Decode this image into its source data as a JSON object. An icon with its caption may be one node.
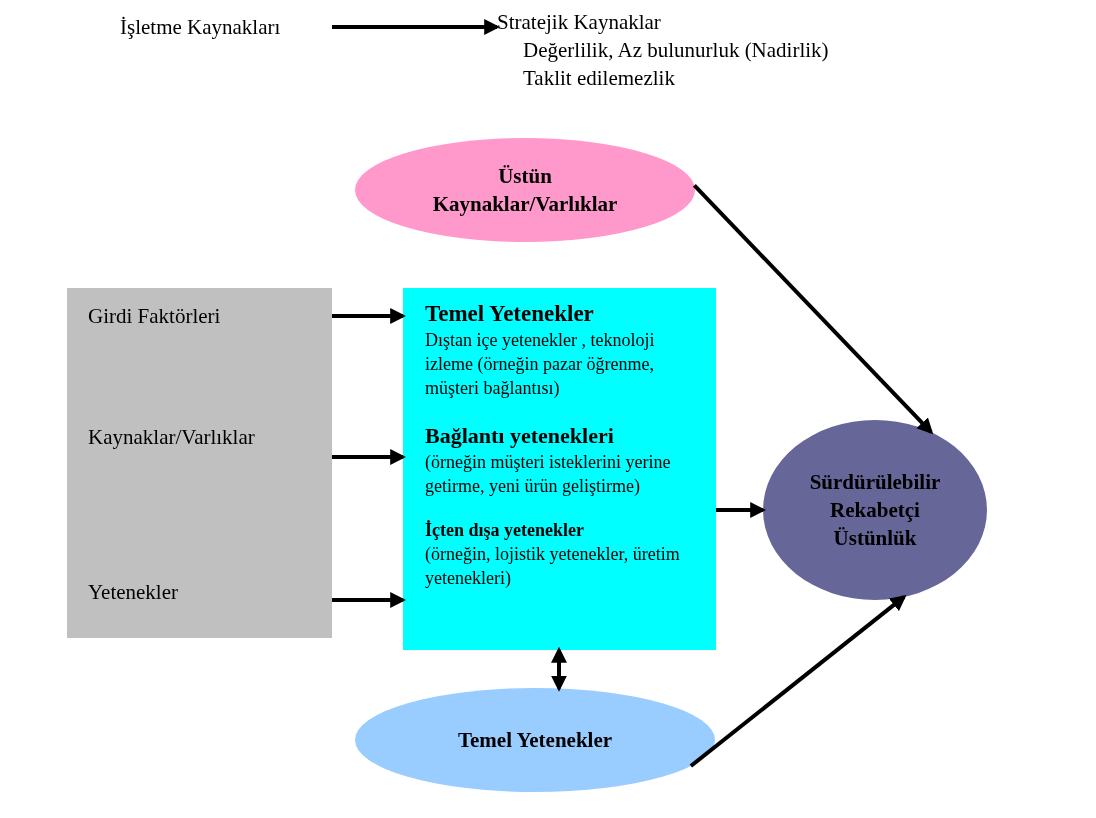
{
  "diagram": {
    "nodes": [
      {
        "text": [
          "İşletme Kaynakları"
        ]
      },
      {
        "text": [
          "Stratejik Kaynaklar",
          "Değerlilik, Az bulunurluk (Nadirlik)",
          "Taklit edilemezlik"
        ]
      },
      {
        "text": [
          "Üstün Kaynaklar/Varlıklar"
        ]
      },
      {
        "text": [
          "Girdi Faktörleri",
          "Kaynaklar/Varlıklar",
          "Yetenekler"
        ]
      },
      {
        "text": [
          "Temel Yetenekler",
          "Dıştan içe yetenekler , teknoloji izleme (örneğin pazar öğrenme, müşteri bağlantısı)",
          "Bağlantı yetenekleri",
          "(örneğin müşteri isteklerini yerine getirme, yeni ürün geliştirme)",
          "İçten dışa yetenekler",
          "(örneğin, lojistik yetenekler, üretim yetenekleri)"
        ]
      },
      {
        "text": [
          "Sürdürülebilir Rekabetçi Üstünlük"
        ]
      },
      {
        "text": [
          "Temel Yetenekler"
        ]
      }
    ],
    "edges": [
      {
        "from": 0,
        "to": 1,
        "arrow": "to"
      },
      {
        "from": 2,
        "to": 5,
        "arrow": "to"
      },
      {
        "from": 3,
        "to": 4,
        "arrow": "to"
      },
      {
        "from": 3,
        "to": 4,
        "arrow": "to"
      },
      {
        "from": 3,
        "to": 4,
        "arrow": "to"
      },
      {
        "from": 4,
        "to": 5,
        "arrow": "to"
      },
      {
        "from": 4,
        "to": 6,
        "arrow": "both"
      },
      {
        "from": 6,
        "to": 5,
        "arrow": "to"
      }
    ]
  }
}
